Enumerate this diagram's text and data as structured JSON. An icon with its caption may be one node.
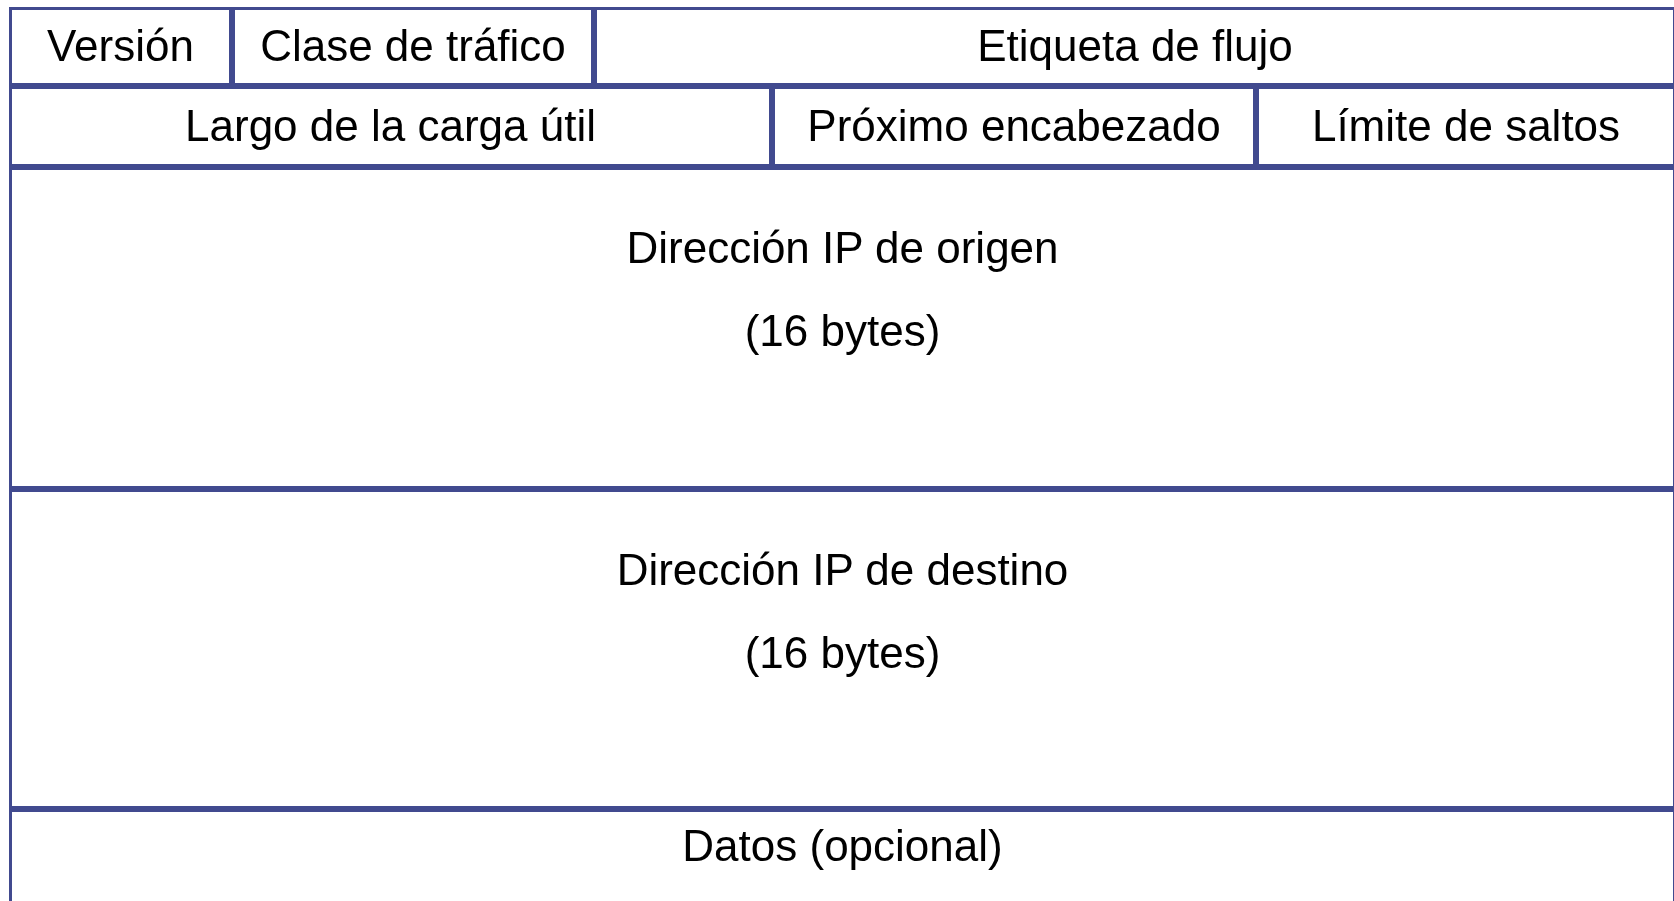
{
  "diagram": {
    "nodes": [
      {
        "text": [
          "Versión"
        ]
      },
      {
        "text": [
          "Clase de tráfico"
        ]
      },
      {
        "text": [
          "Etiqueta de flujo"
        ]
      },
      {
        "text": [
          "Largo de la carga útil"
        ]
      },
      {
        "text": [
          "Próximo encabezado"
        ]
      },
      {
        "text": [
          "Límite de saltos"
        ]
      },
      {
        "text": [
          "Dirección IP de origen",
          "(16 bytes)"
        ]
      },
      {
        "text": [
          "Dirección IP de destino",
          "(16 bytes)"
        ]
      },
      {
        "text": [
          "Datos (opcional)"
        ]
      }
    ]
  }
}
